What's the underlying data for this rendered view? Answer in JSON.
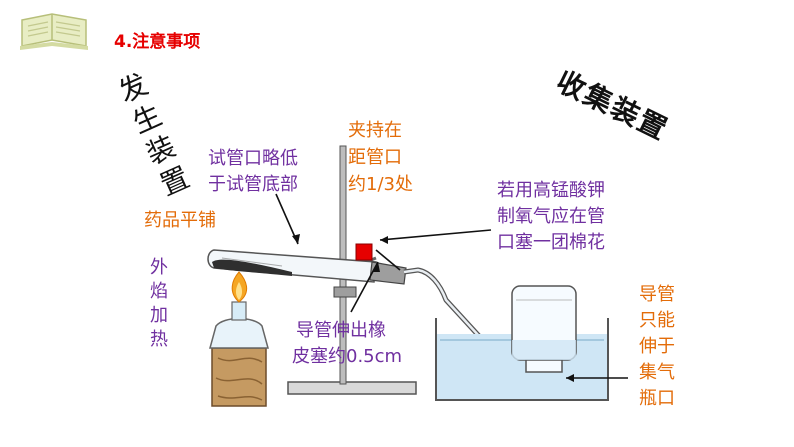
{
  "header": {
    "title": "4.注意事项"
  },
  "sections": {
    "left_title": "发生装置",
    "right_title": "收集装置"
  },
  "annotations": {
    "clamp_position": [
      "夹持在",
      "距管口",
      "约1/3处"
    ],
    "tube_mouth": [
      "试管口略低",
      "于试管底部"
    ],
    "chemical_spread": "药品平铺",
    "cotton_note": [
      "若用高锰酸钾",
      "制氧气应在管",
      "口塞一团棉花"
    ],
    "outer_flame": "外焰加热",
    "tube_extension": [
      "导管伸出橡",
      "皮塞约0.5cm"
    ],
    "collector_tube": "导管只能伸于集气瓶口"
  },
  "colors": {
    "purple": "#7030a0",
    "orange": "#e36c09",
    "red": "#e60000",
    "water": "#cfe6f5",
    "flame": "#f5a623"
  }
}
